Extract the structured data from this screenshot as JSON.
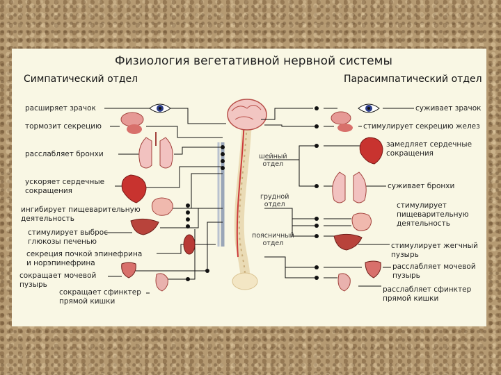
{
  "title": "Физиология вегетативной нервной системы",
  "sympathetic": {
    "heading": "Симпатический отдел",
    "items": [
      "расширяет зрачок",
      "тормозит секрецию",
      "расслабляет бронхи",
      "ускоряет сердечные\nсокращения",
      "ингибирует пищеварительную\nдеятельность",
      "стимулирует выброс\nглюкозы печенью",
      "секреция почкой эпинефрина\nи норэпинефрина",
      "сокращает мочевой\nпузырь",
      "сокращает сфинктер\nпрямой кишки"
    ]
  },
  "parasympathetic": {
    "heading": "Парасимпатический отдел",
    "items": [
      "суживает зрачок",
      "стимулирует секрецию желез",
      "замедляет сердечные\nсокращения",
      "суживает бронхи",
      "стимулирует\nпищеварительную\nдеятельность",
      "стимулирует жегчный\nпузырь",
      "расслабляет мочевой\nпузырь",
      "расслабляет сфинктер\nпрямой кишки"
    ]
  },
  "spine_regions": [
    "шейный\nотдел",
    "грудной\nотдел",
    "поясничный\nотдел"
  ],
  "colors": {
    "panel": "#f9f7e4",
    "line": "#111111",
    "organ_red": "#c83a3a",
    "organ_pink": "#e8a0a0",
    "bone": "#f3e6c4",
    "chain": "#9aa6b8"
  },
  "icons": [
    "eye-icon",
    "salivary-gland-icon",
    "lungs-icon",
    "heart-icon",
    "stomach-icon",
    "liver-icon",
    "kidney-icon",
    "bladder-icon",
    "rectum-icon",
    "brain-icon",
    "spinal-cord-icon"
  ]
}
